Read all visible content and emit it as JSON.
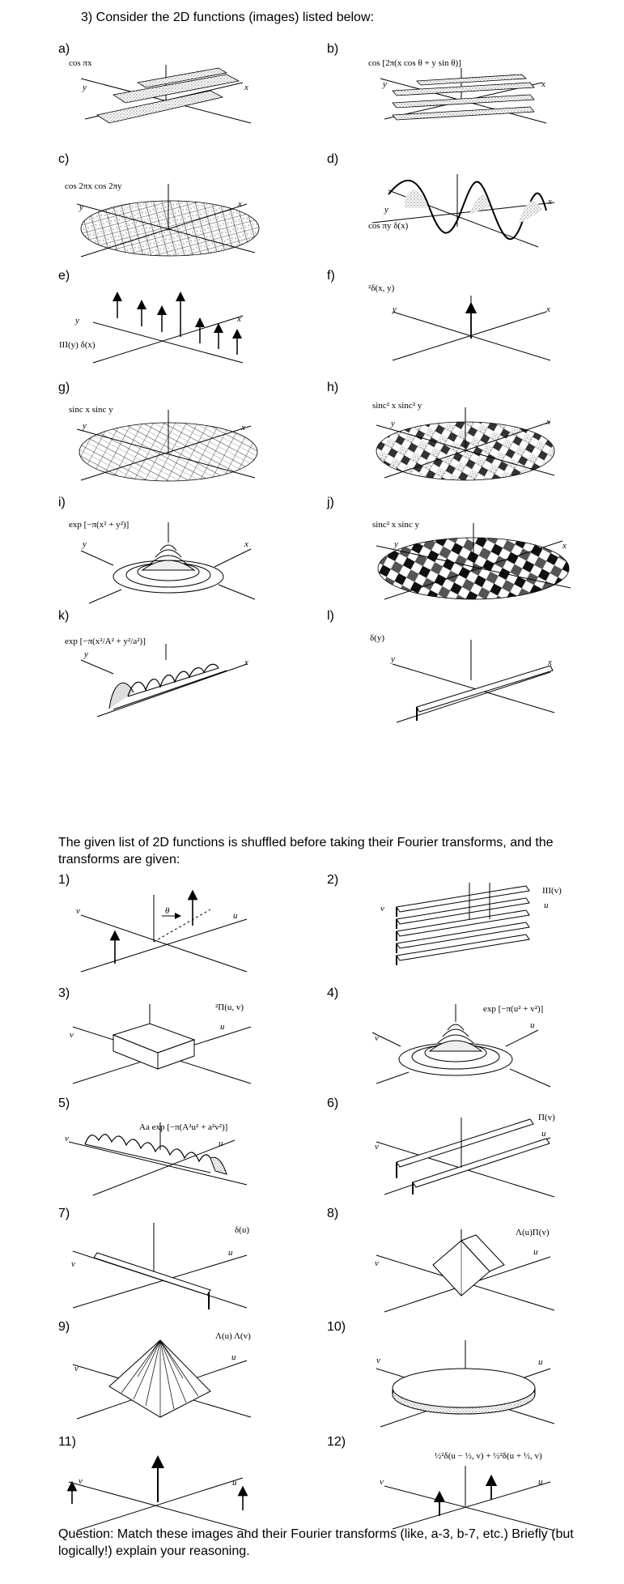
{
  "heading": "3)   Consider the 2D functions (images) listed below:",
  "functions": [
    {
      "id": "a",
      "label": "a)",
      "formula": "cos πx",
      "x_axis": "x",
      "y_axis": "y"
    },
    {
      "id": "b",
      "label": "b)",
      "formula": "cos [2π(x cos θ + y sin θ)]",
      "x_axis": "x",
      "y_axis": "y"
    },
    {
      "id": "c",
      "label": "c)",
      "formula": "cos 2πx cos 2πy",
      "x_axis": "x",
      "y_axis": "y"
    },
    {
      "id": "d",
      "label": "d)",
      "formula": "cos πy δ(x)",
      "x_axis": "x",
      "y_axis": "y"
    },
    {
      "id": "e",
      "label": "e)",
      "formula": "III(y) δ(x)",
      "x_axis": "x",
      "y_axis": "y"
    },
    {
      "id": "f",
      "label": "f)",
      "formula": "²δ(x, y)",
      "x_axis": "x",
      "y_axis": "y"
    },
    {
      "id": "g",
      "label": "g)",
      "formula": "sinc x sinc y",
      "x_axis": "x",
      "y_axis": "y"
    },
    {
      "id": "h",
      "label": "h)",
      "formula": "sinc² x sinc² y",
      "x_axis": "x",
      "y_axis": "y"
    },
    {
      "id": "i",
      "label": "i)",
      "formula": "exp [−π(x² + y²)]",
      "x_axis": "x",
      "y_axis": "y"
    },
    {
      "id": "j",
      "label": "j)",
      "formula": "sinc² x sinc y",
      "x_axis": "x",
      "y_axis": "y"
    },
    {
      "id": "k",
      "label": "k)",
      "formula": "exp [−π(x²/A² + y²/a²)]",
      "x_axis": "x",
      "y_axis": "y"
    },
    {
      "id": "l",
      "label": "l)",
      "formula": "δ(y)",
      "x_axis": "x",
      "y_axis": "y"
    }
  ],
  "transforms_intro": "The given list of 2D functions is shuffled before taking their Fourier transforms, and the transforms are given:",
  "transforms": [
    {
      "id": "1",
      "label": "1)",
      "formula": "",
      "extra": "θ",
      "u_axis": "u",
      "v_axis": "v"
    },
    {
      "id": "2",
      "label": "2)",
      "formula": "III(v)",
      "u_axis": "u",
      "v_axis": "v"
    },
    {
      "id": "3",
      "label": "3)",
      "formula": "²Π(u, v)",
      "u_axis": "u",
      "v_axis": "v"
    },
    {
      "id": "4",
      "label": "4)",
      "formula": "exp [−π(u² + v²)]",
      "u_axis": "u",
      "v_axis": "v"
    },
    {
      "id": "5",
      "label": "5)",
      "formula": "Aa exp [−π(A²u² + a²v²)]",
      "u_axis": "u",
      "v_axis": "v"
    },
    {
      "id": "6",
      "label": "6)",
      "formula": "Π(v)",
      "u_axis": "u",
      "v_axis": "v"
    },
    {
      "id": "7",
      "label": "7)",
      "formula": "δ(u)",
      "u_axis": "u",
      "v_axis": "v"
    },
    {
      "id": "8",
      "label": "8)",
      "formula": "Λ(u)Π(v)",
      "u_axis": "u",
      "v_axis": "v"
    },
    {
      "id": "9",
      "label": "9)",
      "formula": "Λ(u) Λ(v)",
      "u_axis": "u",
      "v_axis": "v"
    },
    {
      "id": "10",
      "label": "10)",
      "formula": "",
      "u_axis": "u",
      "v_axis": "v"
    },
    {
      "id": "11",
      "label": "11)",
      "formula": "",
      "u_axis": "u",
      "v_axis": "v"
    },
    {
      "id": "12",
      "label": "12)",
      "formula": "½²δ(u − ½, v) + ½²δ(u + ½, v)",
      "u_axis": "u",
      "v_axis": "v"
    }
  ],
  "question": "Question: Match these images and their Fourier transforms (like, a-3, b-7, etc.) Briefly (but logically!) explain your reasoning."
}
